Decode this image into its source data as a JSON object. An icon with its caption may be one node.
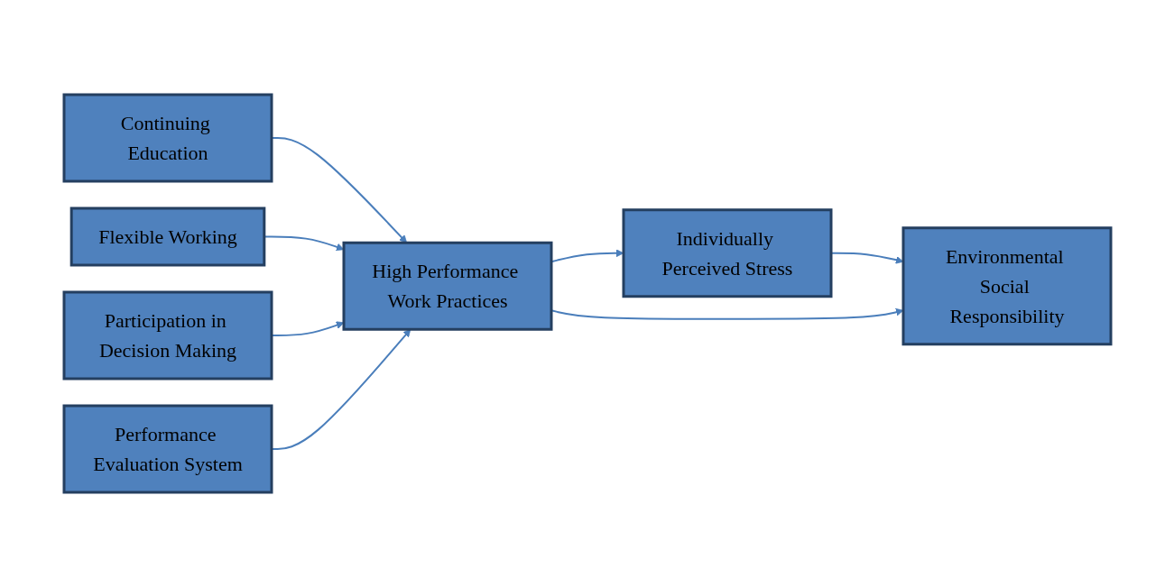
{
  "diagram": {
    "nodes": [
      {
        "text": [
          "Continuing Education"
        ]
      },
      {
        "text": [
          "Flexible Working"
        ]
      },
      {
        "text": [
          "Participation in Decision Making"
        ]
      },
      {
        "text": [
          "Performance Evaluation System"
        ]
      },
      {
        "text": [
          "High Performance Work Practices"
        ]
      },
      {
        "text": [
          "Individually Perceived Stress"
        ]
      },
      {
        "text": [
          "Environmental Social Responsibility"
        ]
      }
    ],
    "edges": [
      {
        "from": 0,
        "to": 4,
        "arrow": "to"
      },
      {
        "from": 1,
        "to": 4,
        "arrow": "to"
      },
      {
        "from": 2,
        "to": 4,
        "arrow": "to"
      },
      {
        "from": 3,
        "to": 4,
        "arrow": "to"
      },
      {
        "from": 4,
        "to": 5,
        "arrow": "to"
      },
      {
        "from": 5,
        "to": 6,
        "arrow": "to"
      },
      {
        "from": 4,
        "to": 6,
        "arrow": "to"
      }
    ]
  }
}
